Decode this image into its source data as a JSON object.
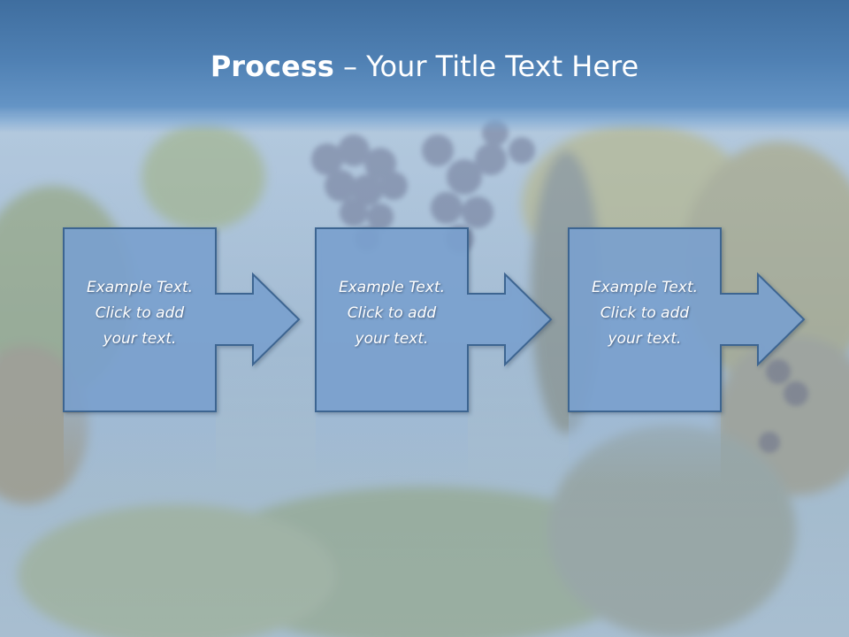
{
  "title": {
    "bold": "Process",
    "rest": " – Your Title Text Here"
  },
  "steps": [
    {
      "lines": [
        "Example Text.",
        "Click  to add",
        "your text."
      ]
    },
    {
      "lines": [
        "Example Text.",
        "Click  to add",
        "your text."
      ]
    },
    {
      "lines": [
        "Example Text.",
        "Click  to add",
        "your text."
      ]
    }
  ],
  "colors": {
    "title_band": "#4f80b3",
    "box_fill": "#7ba3d2",
    "box_stroke": "#3e6591",
    "text": "#ffffff"
  }
}
